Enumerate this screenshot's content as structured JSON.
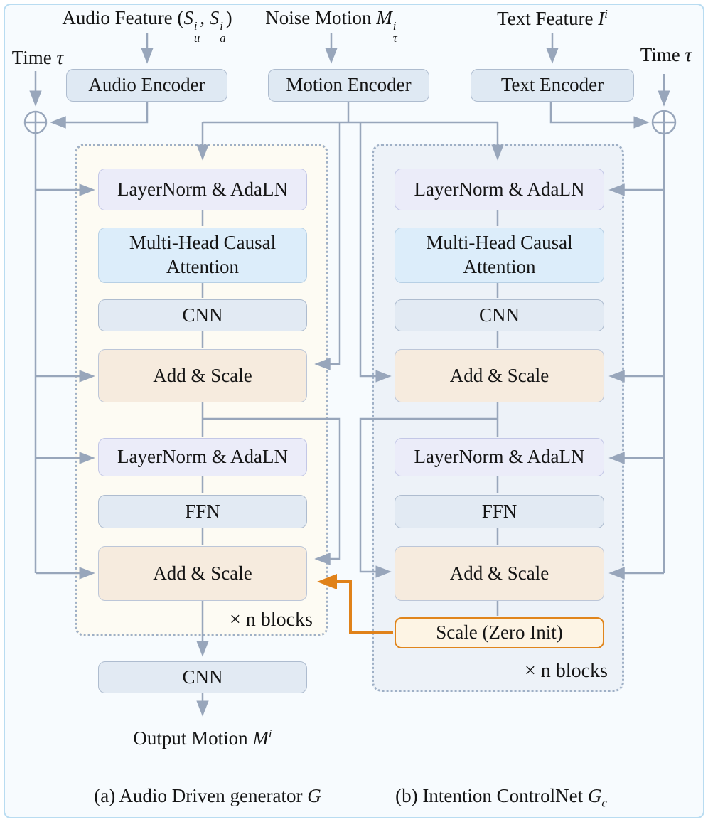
{
  "colors": {
    "wire_gray": "#98a6bb",
    "accent_orange": "#e0821a",
    "generator_block_bg": "#fdfbf3",
    "controlnet_block_bg": "#edf2f8",
    "layernorm_fill": "#ebecf9",
    "attention_fill": "#dcedfa",
    "cnn_fill": "#e2eaf3",
    "add_scale_fill": "#f6ebde",
    "zero_init_fill": "#fdf4e4",
    "figure_border": "#b9dcf1"
  },
  "inputs": {
    "audio_feature": [
      {
        "t": "Audio Feature ("
      },
      {
        "v": "S",
        "sup": "i",
        "sub": "u"
      },
      {
        "t": ", "
      },
      {
        "v": "S",
        "sup": "i",
        "sub": "a"
      },
      {
        "t": ")"
      }
    ],
    "noise_motion": [
      {
        "t": "Noise Motion "
      },
      {
        "v": "M",
        "sup": "i",
        "sub": "τ"
      }
    ],
    "text_feature": [
      {
        "t": "Text Feature "
      },
      {
        "v": "I",
        "sup": "i"
      }
    ],
    "time_left": [
      {
        "t": "Time "
      },
      {
        "v": "τ"
      }
    ],
    "time_right": [
      {
        "t": "Time "
      },
      {
        "v": "τ"
      }
    ]
  },
  "encoders": {
    "audio": "Audio Encoder",
    "motion": "Motion Encoder",
    "text": "Text Encoder"
  },
  "generator": {
    "layernorm1": "LayerNorm & AdaLN",
    "attention": "Multi-Head Causal Attention",
    "cnn": "CNN",
    "add_scale1": "Add & Scale",
    "layernorm2": "LayerNorm & AdaLN",
    "ffn": "FFN",
    "add_scale2": "Add & Scale",
    "n_blocks": "× n blocks",
    "output_cnn": "CNN"
  },
  "controlnet": {
    "layernorm1": "LayerNorm & AdaLN",
    "attention": "Multi-Head Causal Attention",
    "cnn": "CNN",
    "add_scale1": "Add & Scale",
    "layernorm2": "LayerNorm & AdaLN",
    "ffn": "FFN",
    "add_scale2": "Add & Scale",
    "scale_zero_init": "Scale (Zero Init)",
    "n_blocks": "× n blocks"
  },
  "output": {
    "motion": [
      {
        "t": "Output Motion "
      },
      {
        "v": "M",
        "sup": "i"
      }
    ]
  },
  "captions": {
    "a": [
      {
        "t": "(a) Audio Driven generator "
      },
      {
        "v": "G"
      }
    ],
    "b": [
      {
        "t": "(b) Intention ControlNet "
      },
      {
        "v": "G",
        "sub": "c"
      }
    ]
  }
}
